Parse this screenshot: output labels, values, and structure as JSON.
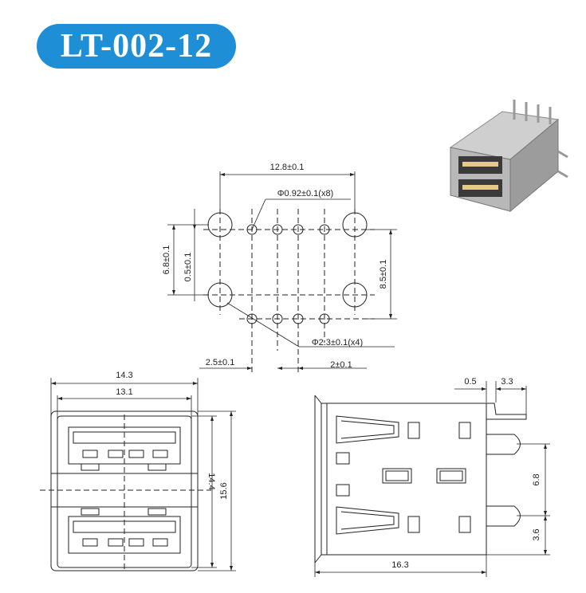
{
  "title": "LT-002-12",
  "photo": {
    "name": "product-photo"
  },
  "dimensions": {
    "pcb_width": "12.8±0.1",
    "small_holes": "Φ0.92±0.1(x8)",
    "pcb_height_left": "6.8±0.1",
    "pcb_offset_left": "0.5±0.1",
    "pcb_height_right": "8.5±0.1",
    "large_holes": "Φ2.3±0.1(x4)",
    "pitch_25": "2.5±0.1",
    "pitch_2": "2±0.1",
    "front_outer_width": "14.3",
    "front_inner_width": "13.1",
    "front_inner_height": "14.4",
    "front_outer_height": "15.6",
    "side_top_a": "0.5",
    "side_top_b": "3.3",
    "side_pin_spacing": "6.8",
    "side_pin_bottom": "3.6",
    "side_length": "16.3"
  }
}
